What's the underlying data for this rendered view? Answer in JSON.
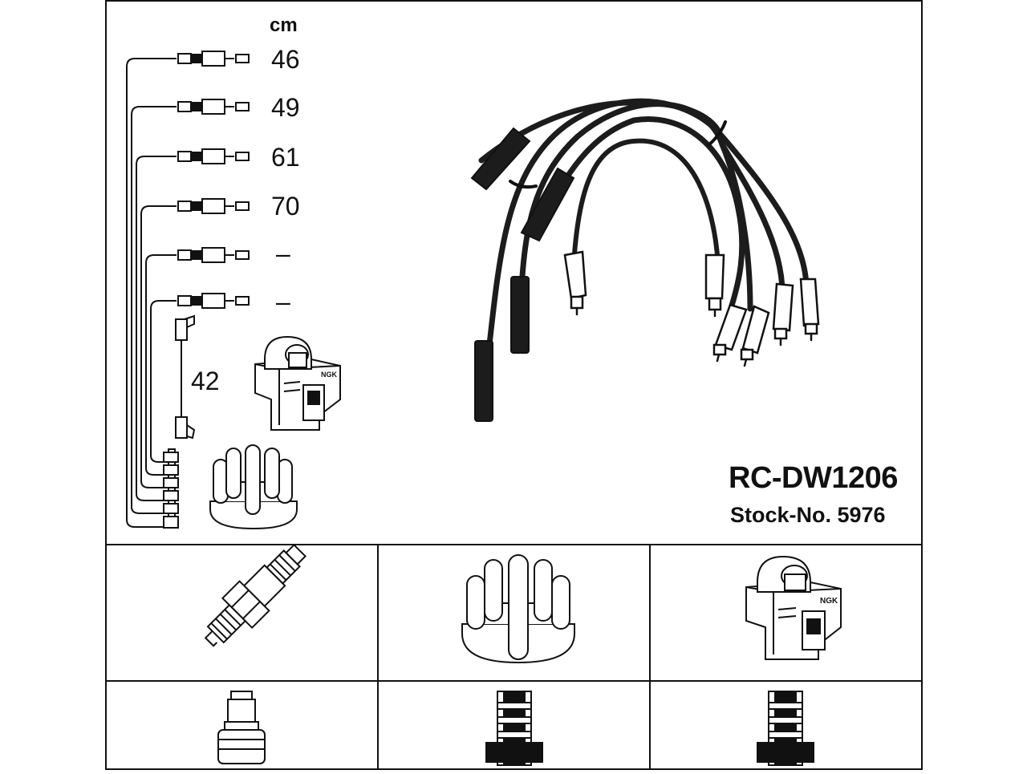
{
  "diagram": {
    "unit_label": "cm",
    "lead_lengths": [
      "46",
      "49",
      "61",
      "70",
      "–",
      "–"
    ],
    "coil_lead_length": "42",
    "product_code": "RC-DW1206",
    "stock_number": "Stock-No. 5976",
    "coil_marking": "NGK",
    "colors": {
      "line": "#111111",
      "cable": "#1c1c1c",
      "background": "#ffffff"
    },
    "icons": [
      "spark-plug-icon",
      "distributor-cap-icon",
      "ignition-coil-icon",
      "plug-connector-icon",
      "cap-connector-icon",
      "coil-connector-icon"
    ]
  }
}
